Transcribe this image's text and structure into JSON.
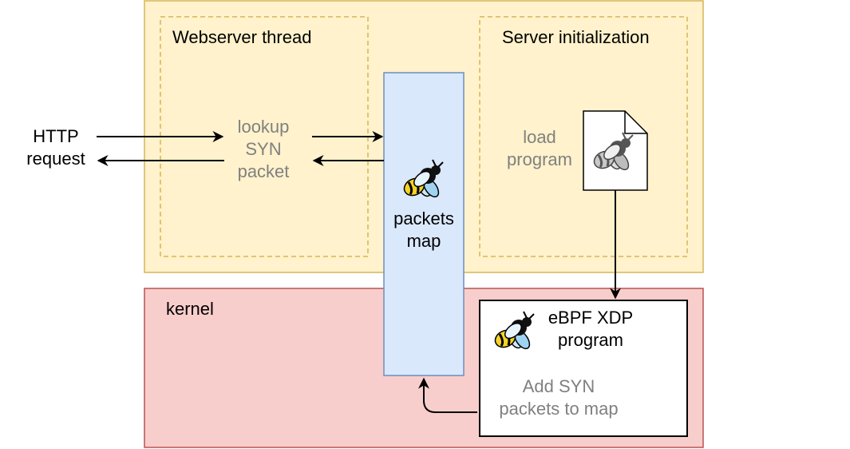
{
  "userspace": {
    "fill": "#fff2cc",
    "border": "#d6b656"
  },
  "webserver": {
    "title": "Webserver thread",
    "lookup_line1": "lookup",
    "lookup_line2": "SYN",
    "lookup_line3": "packet"
  },
  "server_init": {
    "title": "Server initialization",
    "load_line1": "load",
    "load_line2": "program",
    "icon": "bpf-bee-document-icon"
  },
  "http": {
    "line1": "HTTP",
    "line2": "request"
  },
  "packets_map": {
    "line1": "packets",
    "line2": "map",
    "fill": "#dae8fc",
    "border": "#6c8ebf",
    "icon": "bpf-bee-icon"
  },
  "kernel": {
    "label": "kernel",
    "fill": "#f8cecc",
    "border": "#b85450"
  },
  "xdp_program": {
    "title_line1": "eBPF XDP",
    "title_line2": "program",
    "action_line1": "Add SYN",
    "action_line2": "packets to map",
    "icon": "bpf-bee-icon"
  },
  "text_gray": "#808080"
}
